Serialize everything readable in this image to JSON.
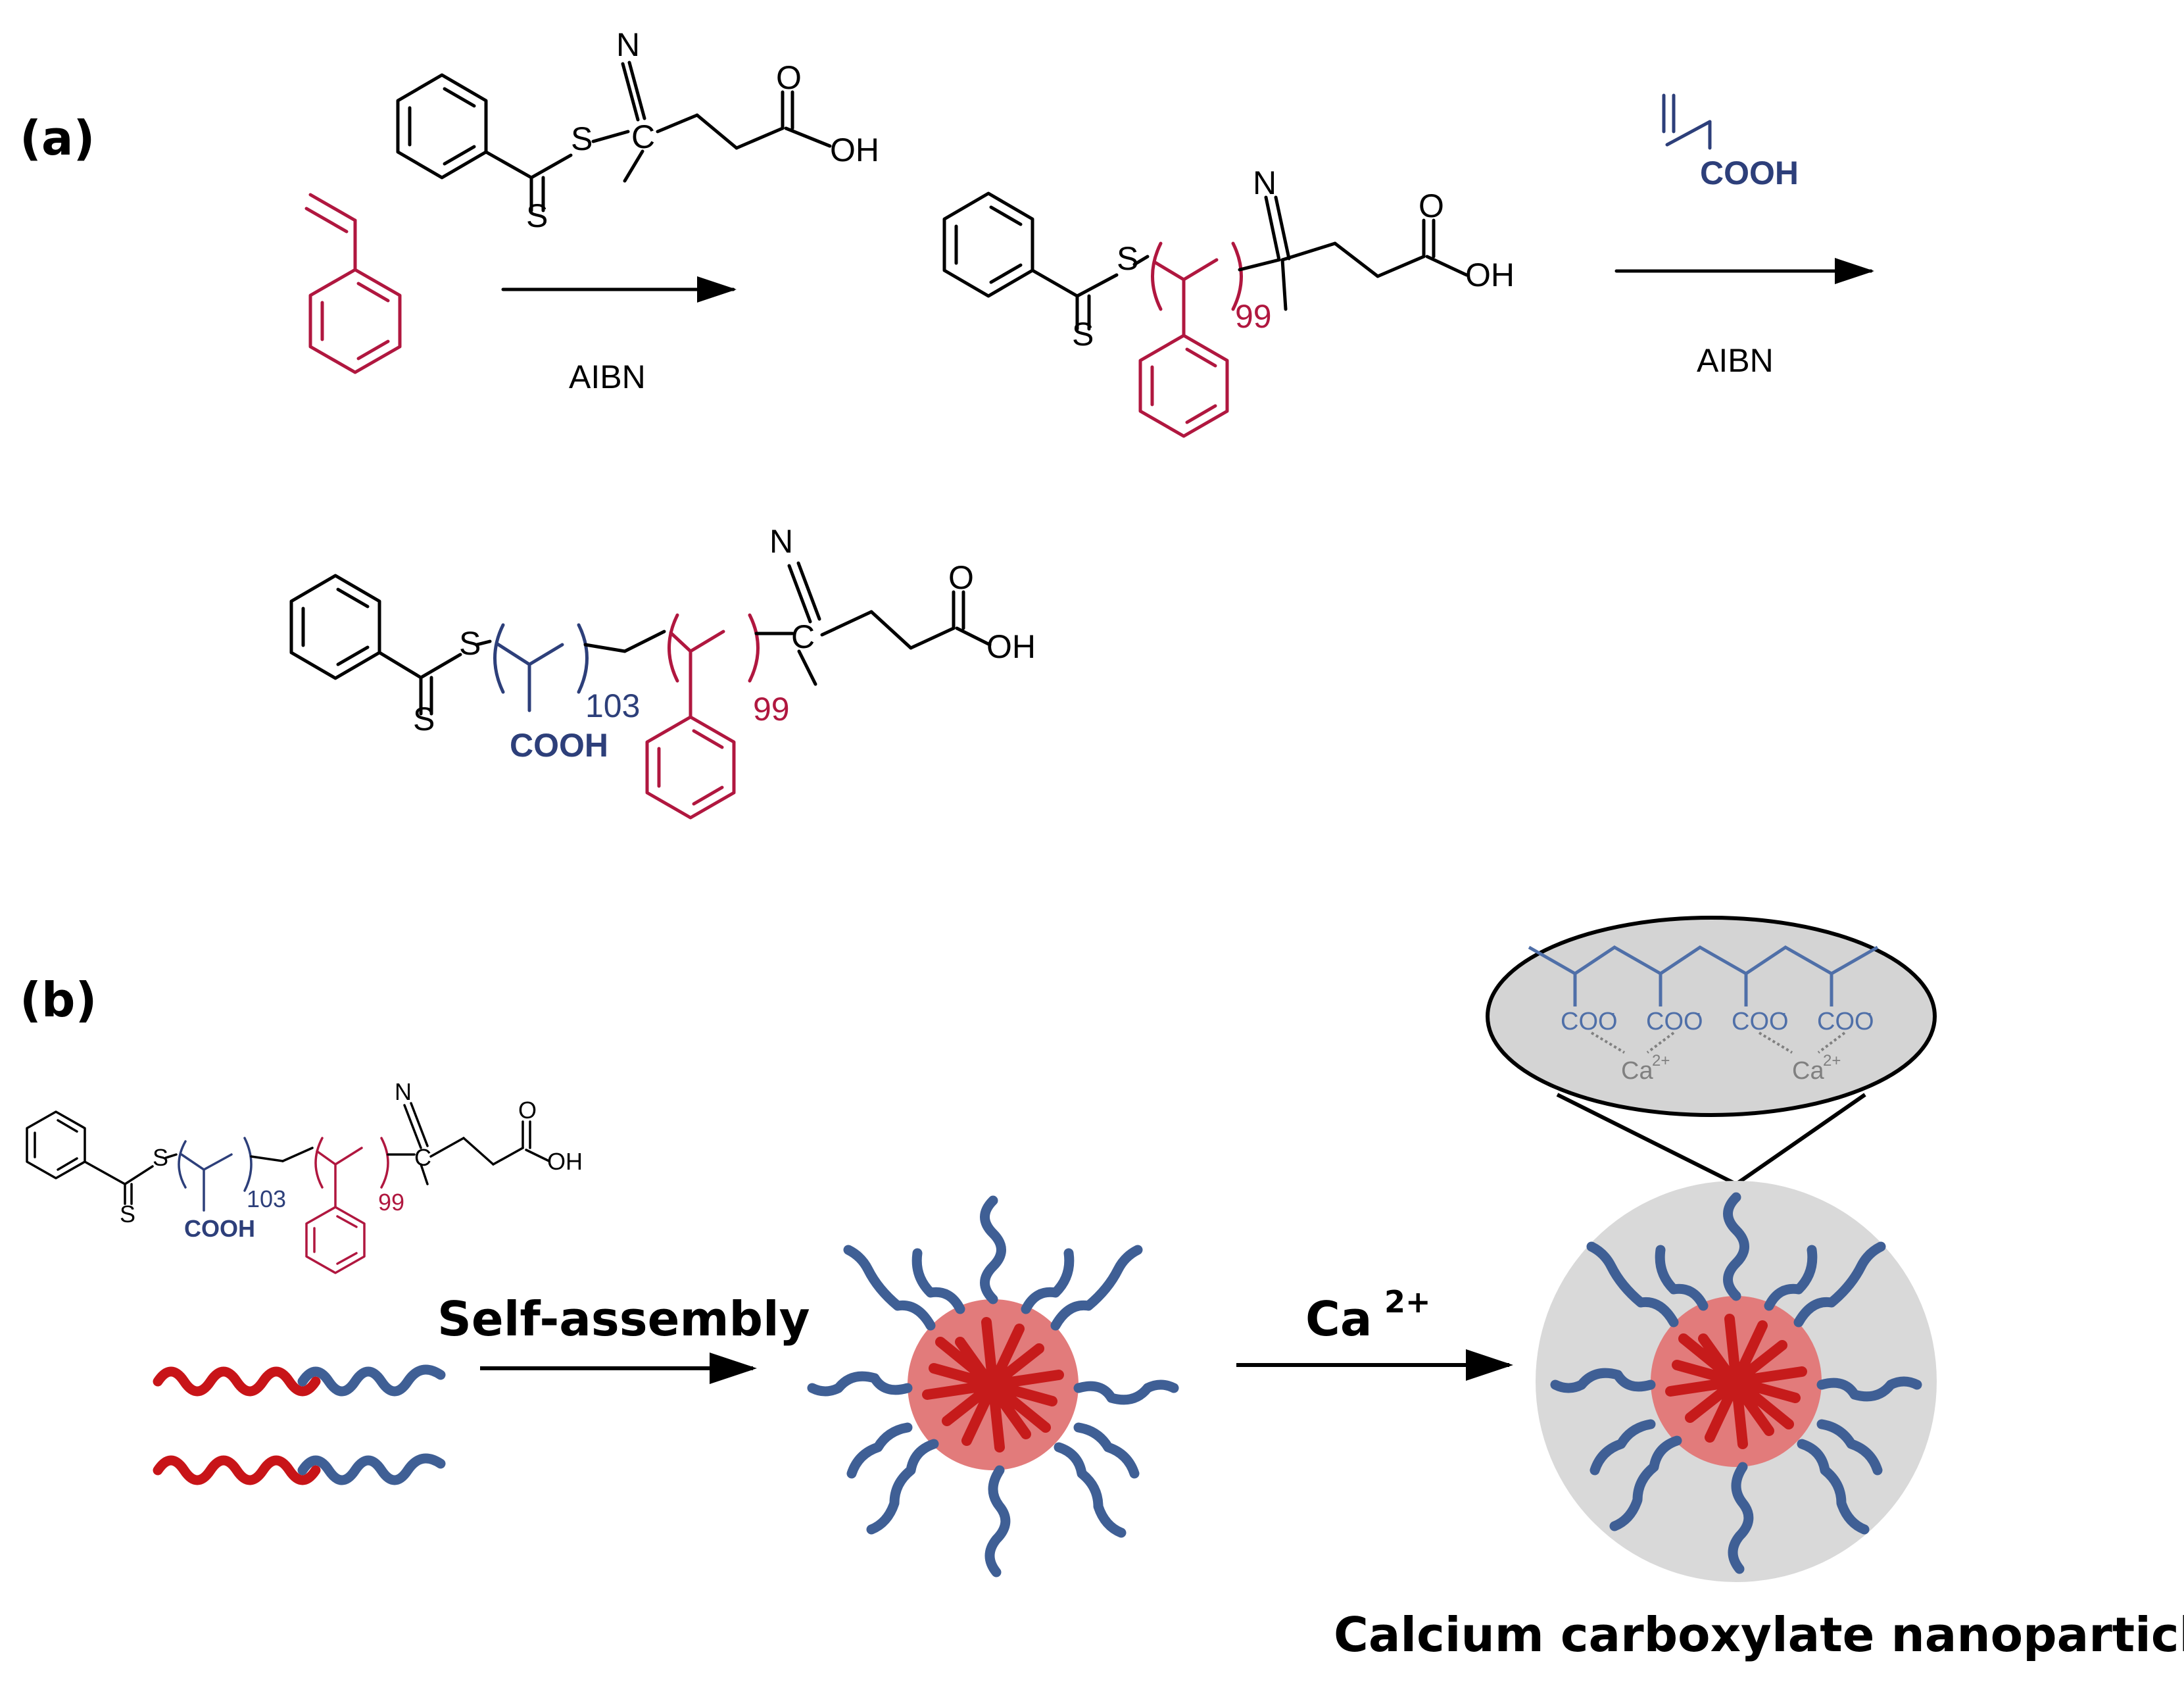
{
  "panels": {
    "a": "(a)",
    "b": "(b)"
  },
  "atoms": {
    "S": "S",
    "N": "N",
    "C": "C",
    "O": "O",
    "OH": "OH"
  },
  "reagents": {
    "acrylic_acid": "COOH",
    "initiator_1": "AIBN",
    "initiator_2": "AIBN"
  },
  "repeat_units": {
    "styrene_n": "99",
    "acrylic_acid_n": "103"
  },
  "pendant_groups": {
    "acid": "COOH",
    "carboxylate": "COO",
    "charge_minus": "-",
    "calcium": "Ca",
    "calcium_charge": "2+"
  },
  "process": {
    "self_assembly": "Self-assembly",
    "ion": "Ca",
    "ion_charge": "2+",
    "product": "Calcium carboxylate nanoparticle"
  },
  "colors": {
    "styrene": "#b0173f",
    "acrylic_acid": "#2d3f7a",
    "core": "#c81418",
    "corona": "#3f5f95",
    "shell": "#d9d9d9",
    "zoom_bubble": "#d4d4d4"
  }
}
